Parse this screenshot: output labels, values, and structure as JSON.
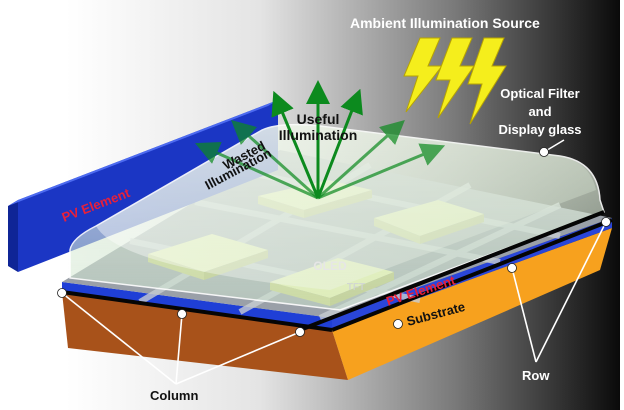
{
  "labels": {
    "ambient_source": "Ambient Illumination Source",
    "optical_filter_line1": "Optical Filter",
    "optical_filter_line2": "and",
    "optical_filter_line3": "Display glass",
    "useful_line1": "Useful",
    "useful_line2": "Illumination",
    "wasted_line1": "Wasted",
    "wasted_line2": "Illumination",
    "pv_element_left": "PV Element",
    "pv_element_front": "PV Element",
    "oled": "OLED",
    "tft": "TFT",
    "substrate": "Substrate",
    "column": "Column",
    "row": "Row"
  },
  "colors": {
    "pv_blue": "#1f3fd6",
    "pv_label_red": "#e8203a",
    "substrate_orange": "#f7a11e",
    "substrate_brown": "#a8521a",
    "oled_pad": "#eef5a6",
    "arrow_green": "#0c8a1e",
    "bolt_yellow": "#f5ee1c",
    "filter_glass": "#dff0d8"
  },
  "icons": [
    "lightning-bolt-icon",
    "lightning-bolt-icon",
    "lightning-bolt-icon"
  ]
}
